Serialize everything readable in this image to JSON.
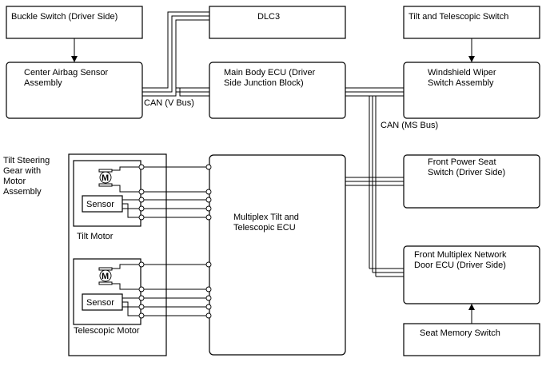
{
  "boxes": {
    "buckle_switch": "Buckle Switch (Driver Side)",
    "dlc3": "DLC3",
    "tilt_telescopic_switch": "Tilt and Telescopic Switch",
    "center_airbag": [
      "Center Airbag Sensor",
      "Assembly"
    ],
    "main_body_ecu": [
      "Main Body ECU (Driver",
      "Side Junction Block)"
    ],
    "windshield_wiper": [
      "Windshield Wiper",
      "Switch Assembly"
    ],
    "front_power_seat": [
      "Front Power Seat",
      "Switch (Driver Side)"
    ],
    "front_multiplex": [
      "Front Multiplex Network",
      "Door ECU (Driver Side)"
    ],
    "seat_memory": "Seat Memory Switch",
    "multiplex_ecu": [
      "Multiplex Tilt and",
      "Telescopic ECU"
    ]
  },
  "bus_labels": {
    "can_v": "CAN (V Bus)",
    "can_ms": "CAN (MS Bus)"
  },
  "tilt_steering": {
    "title": [
      "Tilt Steering",
      "Gear with",
      "Motor",
      "Assembly"
    ],
    "tilt_motor": "Tilt Motor",
    "telescopic_motor": "Telescopic Motor",
    "sensor": "Sensor",
    "motor_symbol": "M"
  }
}
